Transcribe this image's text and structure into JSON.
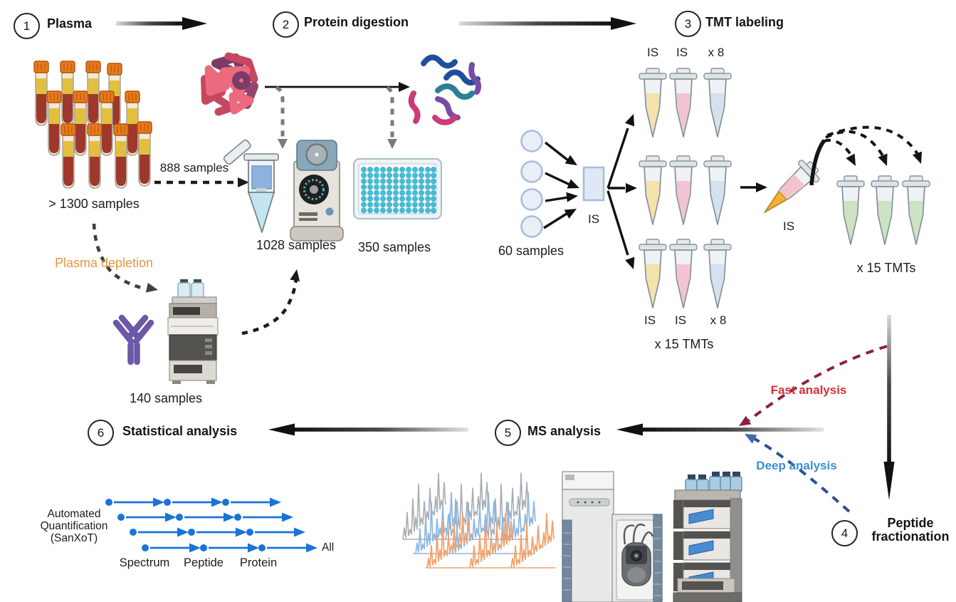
{
  "steps": [
    {
      "num": "1",
      "label": "Plasma"
    },
    {
      "num": "2",
      "label": "Protein digestion"
    },
    {
      "num": "3",
      "label": "TMT labeling"
    },
    {
      "num": "4",
      "label": "Peptide fractionation"
    },
    {
      "num": "5",
      "label": "MS analysis"
    },
    {
      "num": "6",
      "label": "Statistical analysis"
    }
  ],
  "labels": {
    "plasma_samples": "> 1300 samples",
    "samples_888": "888 samples",
    "samples_1028": "1028 samples",
    "samples_350": "350 samples",
    "plasma_depletion": "Plasma depletion",
    "samples_140": "140 samples",
    "samples_60": "60 samples",
    "is": "IS",
    "x8": "x 8",
    "x15_tmts": "x 15 TMTs",
    "fast": "Fast analysis",
    "deep": "Deep analysis"
  },
  "sanxot": {
    "caption_lines": [
      "Automated",
      "Quantification",
      "(SanXoT)"
    ],
    "levels": [
      "Spectrum",
      "Peptide",
      "Protein"
    ],
    "all": "All"
  },
  "colors": {
    "depletion_orange": "#e8953c",
    "fast_red": "#d4303a",
    "fast_dash": "#8e2040",
    "deep_blue": "#3c8ed6",
    "deep_dash": "#2c4f96",
    "sanxot_blue": "#1a73d6",
    "tube_yellow": "#f4e2ab",
    "tube_pink": "#f4c3d3",
    "tube_blue": "#d4e1ef",
    "tube_green": "#cce3c4"
  }
}
